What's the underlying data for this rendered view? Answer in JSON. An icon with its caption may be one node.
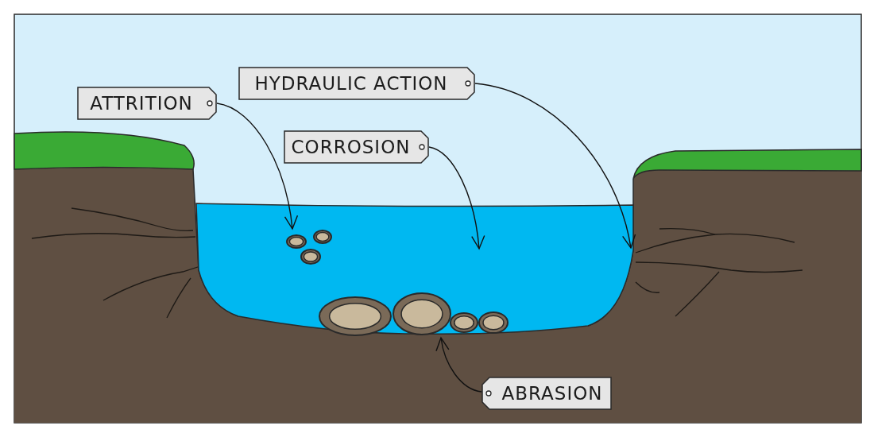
{
  "diagram": {
    "nodes": [
      {
        "text": [
          "HYDRAULIC ACTION"
        ]
      },
      {
        "text": [
          "ATTRITION"
        ]
      },
      {
        "text": [
          "CORROSION"
        ]
      },
      {
        "text": [
          "ABRASION"
        ]
      },
      {
        "text": [],
        "shape": "picture",
        "in": 5
      },
      {
        "text": [],
        "shape": "picture"
      },
      {
        "text": [],
        "shape": "picture"
      },
      {
        "text": [],
        "shape": "picture"
      }
    ],
    "edges": [
      {
        "from": 0,
        "to": 7,
        "arrow": "to"
      },
      {
        "from": 1,
        "to": 4,
        "arrow": "to"
      },
      {
        "from": 2,
        "to": 5,
        "arrow": "to"
      },
      {
        "from": 3,
        "to": 6,
        "arrow": "to"
      }
    ]
  }
}
